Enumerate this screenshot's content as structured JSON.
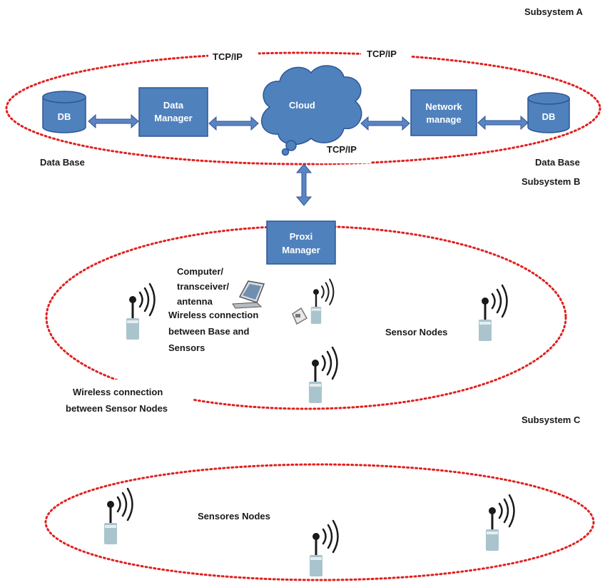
{
  "subsystems": {
    "a": "Subsystem A",
    "b": "Subsystem B",
    "c": "Subsystem C"
  },
  "protocol_labels": {
    "left": "TCP/IP",
    "right": "TCP/IP",
    "cloud": "TCP/IP"
  },
  "database": {
    "left_db": "DB",
    "right_db": "DB",
    "left_caption": "Data Base",
    "right_caption": "Data Base"
  },
  "blocks": {
    "data_manager": [
      "Data",
      "Manager"
    ],
    "network_manager": [
      "Network",
      "manage"
    ],
    "cloud": "Cloud",
    "proxi_manager": [
      "Proxi",
      "Manager"
    ]
  },
  "subsystem_b": {
    "computer_label": [
      "Computer/",
      "transceiver/",
      "antenna"
    ],
    "base_wireless_label": [
      "Wireless connection",
      "between Base and",
      "Sensors"
    ],
    "sensor_nodes_label": "Sensor Nodes",
    "node_wireless_label": [
      "Wireless connection",
      "between Sensor Nodes"
    ]
  },
  "subsystem_c": {
    "sensor_nodes_label": "Sensores Nodes"
  },
  "colors": {
    "block": "#4f81bd",
    "ring": "#e02020",
    "sensor": "#a9c4cc"
  }
}
